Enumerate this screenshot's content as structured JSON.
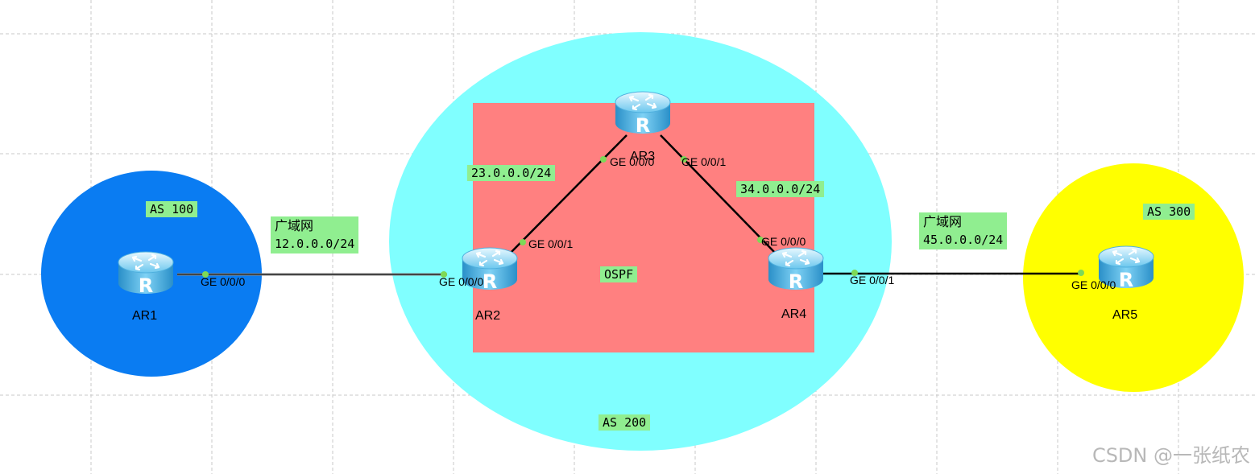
{
  "colors": {
    "as100": "#0a7cf2",
    "as200": "#80ffff",
    "as300": "#ffff00",
    "ospf": "#ff8080",
    "label_bg": "#90ee90",
    "link": "#000000",
    "grid": "#c8c8c8"
  },
  "areas": {
    "as100": "AS 100",
    "as200": "AS 200",
    "as300": "AS 300",
    "ospf": "OSPF"
  },
  "routers": [
    {
      "id": "AR1",
      "name": "AR1",
      "icon": "router-icon"
    },
    {
      "id": "AR2",
      "name": "AR2",
      "icon": "router-icon"
    },
    {
      "id": "AR3",
      "name": "AR3",
      "icon": "router-icon"
    },
    {
      "id": "AR4",
      "name": "AR4",
      "icon": "router-icon"
    },
    {
      "id": "AR5",
      "name": "AR5",
      "icon": "router-icon"
    }
  ],
  "links": [
    {
      "from": "AR1",
      "to": "AR2",
      "from_port": "GE 0/0/0",
      "to_port": "GE 0/0/0",
      "label_line1": "广域网",
      "network": "12.0.0.0/24"
    },
    {
      "from": "AR2",
      "to": "AR3",
      "from_port": "GE 0/0/1",
      "to_port": "GE 0/0/0",
      "network": "23.0.0.0/24"
    },
    {
      "from": "AR3",
      "to": "AR4",
      "from_port": "GE 0/0/1",
      "to_port": "GE 0/0/0",
      "network": "34.0.0.0/24"
    },
    {
      "from": "AR4",
      "to": "AR5",
      "from_port": "GE 0/0/1",
      "to_port": "GE 0/0/0",
      "label_line1": "广域网",
      "network": "45.0.0.0/24"
    }
  ],
  "watermark": "CSDN @一张纸农"
}
